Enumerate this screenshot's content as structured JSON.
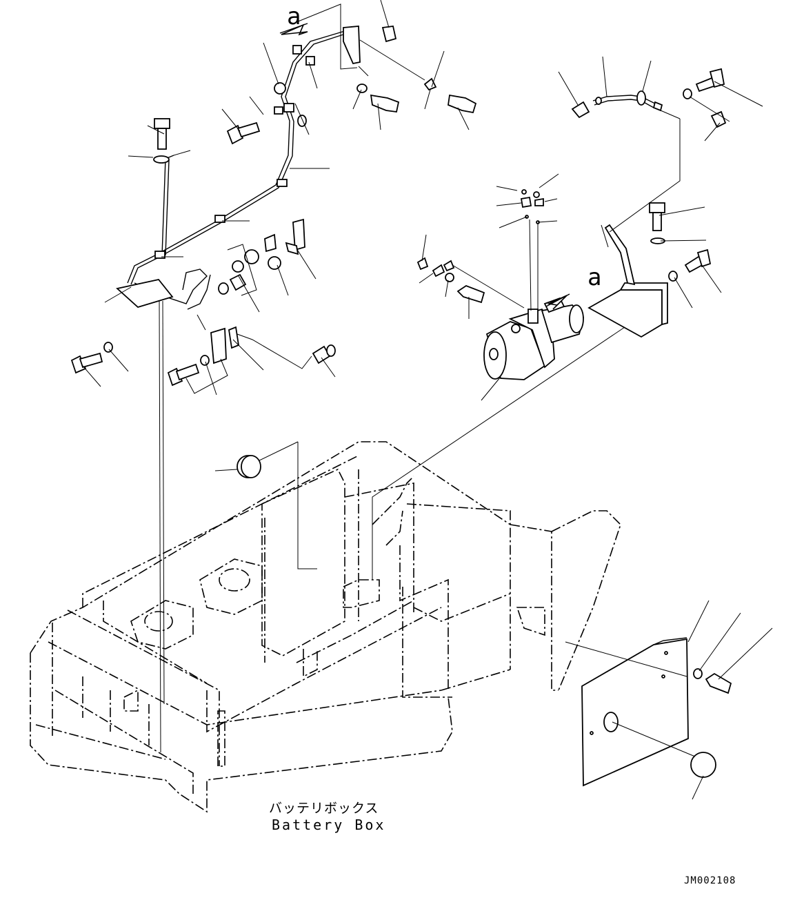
{
  "labels": {
    "ref_a_left": "a",
    "ref_a_right": "a",
    "battery_box_jp": "バッテリボックス",
    "battery_box_en": "Battery Box",
    "doc_code": "JM002108"
  }
}
